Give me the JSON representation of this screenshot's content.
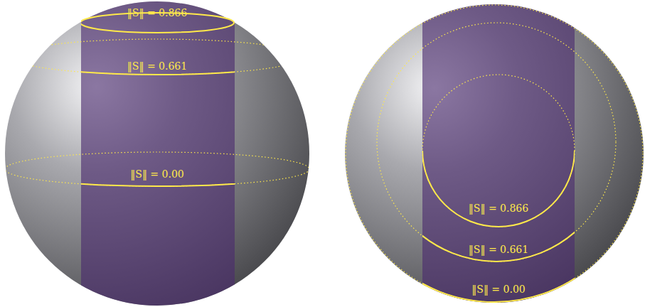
{
  "diagram": {
    "labels": [
      "‖S‖ = 0.866",
      "‖S‖ = 0.661",
      "‖S‖ = 0.00",
      "‖S‖ = 0.866",
      "‖S‖ = 0.661",
      "‖S‖ = 0.00"
    ]
  }
}
